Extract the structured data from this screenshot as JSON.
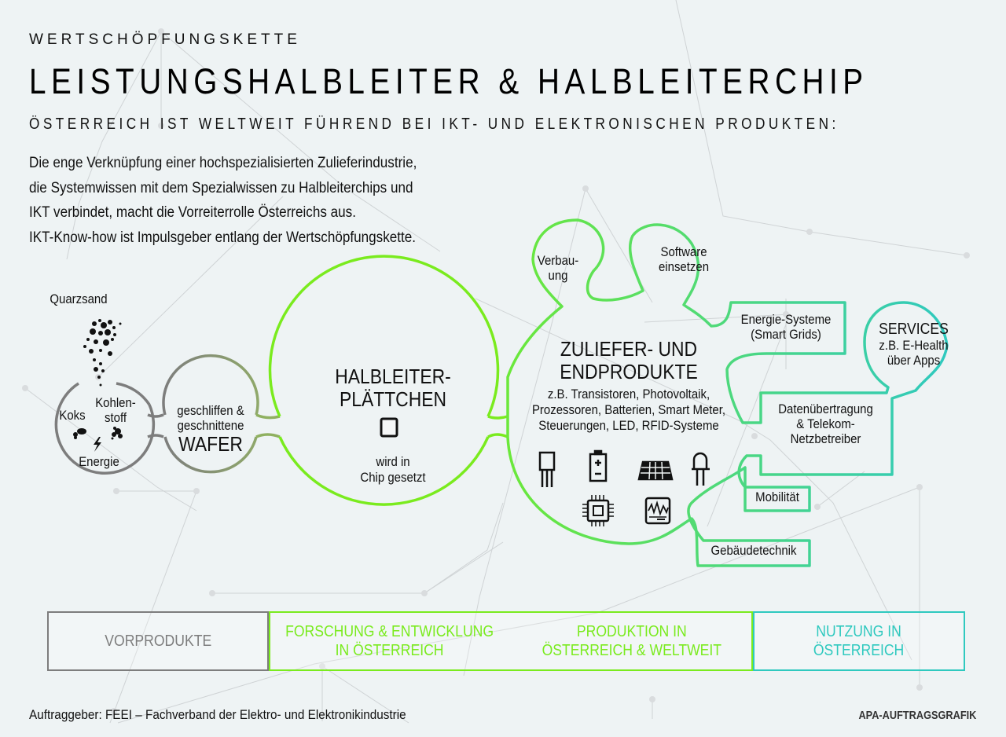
{
  "header": {
    "kicker": "WERTSCHÖPFUNGSKETTE",
    "title": "LEISTUNGSHALBLEITER & HALBLEITERCHIP",
    "subtitle": "ÖSTERREICH IST WELTWEIT FÜHREND BEI IKT- UND ELEKTRONISCHEN PRODUKTEN:"
  },
  "intro": [
    "Die enge Verknüpfung einer hochspezialisierten Zulieferindustrie,",
    "die Systemwissen mit dem Spezialwissen zu Halbleiterchips und",
    "IKT verbindet, macht die Vorreiterrolle Österreichs aus.",
    "IKT-Know-how ist Impulsgeber entlang der Wertschöpfungskette."
  ],
  "colors": {
    "background": "#eef3f4",
    "grey_stage": "#7d7d7d",
    "green": "#7aeb1e",
    "teal": "#2fc9bf",
    "network": "#cfd3d5"
  },
  "raw_materials": {
    "quarzsand": "Quarzsand",
    "koks": "Koks",
    "kohlenstoff_1": "Kohlen-",
    "kohlenstoff_2": "stoff",
    "energie": "Energie"
  },
  "wafer": {
    "line1": "geschliffen &",
    "line2": "geschnittene",
    "line3": "WAFER"
  },
  "chip": {
    "title1": "HALBLEITER-",
    "title2": "PLÄTTCHEN",
    "desc1": "wird in",
    "desc2": "Chip gesetzt"
  },
  "products": {
    "title1": "ZULIEFER- UND",
    "title2": "ENDPRODUKTE",
    "examples": [
      "z.B. Transistoren, Photovoltaik,",
      "Prozessoren, Batterien, Smart Meter,",
      "Steuerungen, LED, RFID-Systeme"
    ],
    "icons": [
      "transistor-icon",
      "battery-icon",
      "solar-panel-icon",
      "led-icon",
      "processor-icon",
      "smart-meter-icon"
    ]
  },
  "bubbles": {
    "verbauung": [
      "Verbau-",
      "ung"
    ],
    "software": [
      "Software",
      "einsetzen"
    ]
  },
  "applications": {
    "energie": [
      "Energie-Systeme",
      "(Smart Grids)"
    ],
    "daten": [
      "Datenübertragung",
      "& Telekom-",
      "Netzbetreiber"
    ],
    "mobilitaet": "Mobilität",
    "gebaeude": "Gebäudetechnik",
    "services": [
      "SERVICES",
      "z.B. E-Health",
      "über Apps"
    ]
  },
  "phases": [
    {
      "label": [
        "VORPRODUKTE"
      ],
      "color": "#7d7d7d"
    },
    {
      "label": [
        "FORSCHUNG & ENTWICKLUNG",
        "IN ÖSTERREICH"
      ],
      "color": "#7aeb1e"
    },
    {
      "label": [
        "PRODUKTION IN",
        "ÖSTERREICH & WELTWEIT"
      ],
      "color": "#7aeb1e"
    },
    {
      "label": [
        "NUTZUNG IN",
        "ÖSTERREICH"
      ],
      "color": "#2fc9bf"
    }
  ],
  "footer": {
    "client": "Auftraggeber: FEEI – Fachverband der Elektro- und Elektronikindustrie",
    "credit": "APA-AUFTRAGSGRAFIK"
  }
}
